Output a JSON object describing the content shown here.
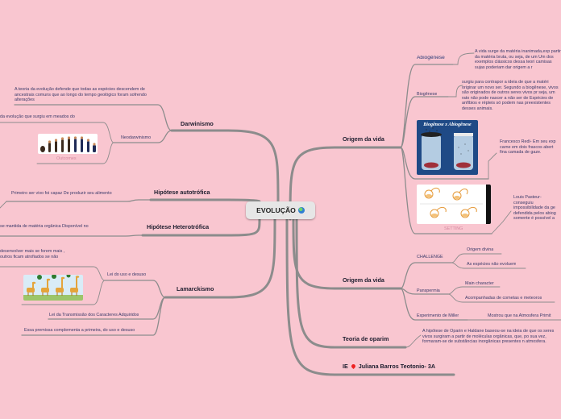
{
  "center": {
    "title": "EVOLUÇÃO"
  },
  "left": {
    "darwinismo": {
      "title": "Darwinismo",
      "teoria": "A teoria da evolução defende que todas as espécies descendem de ancestrais comuns que ao longo do tempo geológico foram sofrendo alterações",
      "neodarwinismo": "Neodarwinismo",
      "neo_text": "da evolução que surgiu em meados do",
      "outcomes": "Outcomes"
    },
    "autotrofica": {
      "title": "Hipótese autotrófica",
      "text": "Primeiro ser vivo foi capaz De produzir seu alimento"
    },
    "heterotrofica": {
      "title": "Hipótese Heterotrófica",
      "text": "se mantida de matéria orgânica Disponível no"
    },
    "lamarckismo": {
      "title": "Lamarckismo",
      "uso_text": "desenvolver mais se forem mais , outros ficam atrofiados se não",
      "lei_uso": "Lei do uso e desuso",
      "lei_transmissao": "Lei da Transmissão dos Caracteres Adquiridos",
      "premissa": "Essa premissa complementa a primeira, do uso e desuso"
    }
  },
  "right": {
    "origem1": {
      "title": "Origem da vida",
      "abiogenese": "Abiogênese",
      "abio_text": "A vida surge da matéria inanimada,exp partir da matéria bruta, ou seja, de um Um dos exemplos clássicos dessa teori camisas sujas poderiam dar origem a r",
      "biogenese": "Biogênese",
      "bio_text": "surgiu para contrapor a ideia de que a matéri originar um novo ser. Segundo a biogênese, vivos são originados de outros seres vivos pr seja, um rato não pode nascer a não ser de Espécies de anfíbios e répteis só podem nas preexistentes desses animais.",
      "image_title": "Biogênese x Abiogênese",
      "redi_text": "Francesco Redi- Em seu exp carne em dois frascos abert fina camada de gaze.",
      "pasteur_text": "Louis Pasteur- conseguiu impossibilidade da ge defendida pelos abiog somente é possível a preexistente.",
      "setting": "SETTING"
    },
    "origem2": {
      "title": "Origem da vida",
      "challenge": "CHALLENGE",
      "origem_divina": "Origem divina",
      "especies": "As espécies não evoluem",
      "panspermia": "Panspermia",
      "main_character": "Main character",
      "acompanhadas": "Acompanhadas de cometas e meteoros",
      "miller": "Experimento de Miller",
      "miller_text": "Mostrou que na Atmosfera Primit"
    },
    "oparim": {
      "title": "Teoria de oparim",
      "text": "A hipótese de Oparin e Haldane baseou-se na ideia de que os seres vivos surgiram a partir de moléculas orgânicas, que, po sua vez, formaram-se de substâncias inorgânicas presentes n atmosfera."
    },
    "ie": {
      "prefix": "IE",
      "name": "Juliana Barros Teotonio- 3A"
    }
  },
  "colors": {
    "background": "#f9c6d0",
    "branch": "#8a8a8a",
    "center_box": "#e6e6e6"
  },
  "icons": [
    "globe-icon",
    "pin-icon"
  ]
}
